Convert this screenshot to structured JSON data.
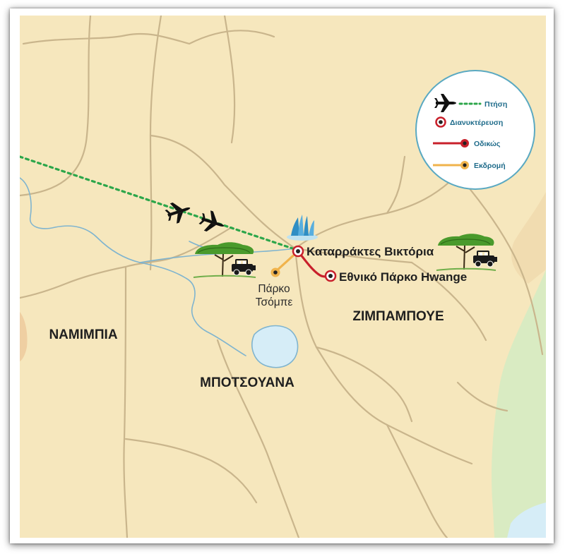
{
  "map": {
    "countries": {
      "namibia": "ΝΑΜΙΜΠΙΑ",
      "botswana": "ΜΠΟΤΣΟΥΑΝΑ",
      "zimbabwe": "ΖΙΜΠΑΜΠΟΥΕ"
    },
    "places": {
      "victoria_falls": "Καταρράκτες Βικτόρια",
      "hwange": "Εθνικό Πάρκο Hwange",
      "chobe_line1": "Πάρκο",
      "chobe_line2": "Τσόμπε"
    },
    "colors": {
      "land": "#f6e7bd",
      "border": "#c9b58c",
      "river": "#7fb4cf",
      "lake": "#d6edf7",
      "flight_route": "#2ca64a",
      "road_route": "#c8202b",
      "excursion_route": "#f0b34c",
      "greenery": "#d9ebc2"
    }
  },
  "legend": {
    "flight": "Πτήση",
    "overnight": "Διανυκτέρευση",
    "road": "Οδικώς",
    "excursion": "Εκδρομή"
  },
  "icons": [
    "airplane-icon",
    "airplane-icon",
    "waterfall-icon",
    "acacia-tree-icon",
    "safari-jeep-icon"
  ]
}
